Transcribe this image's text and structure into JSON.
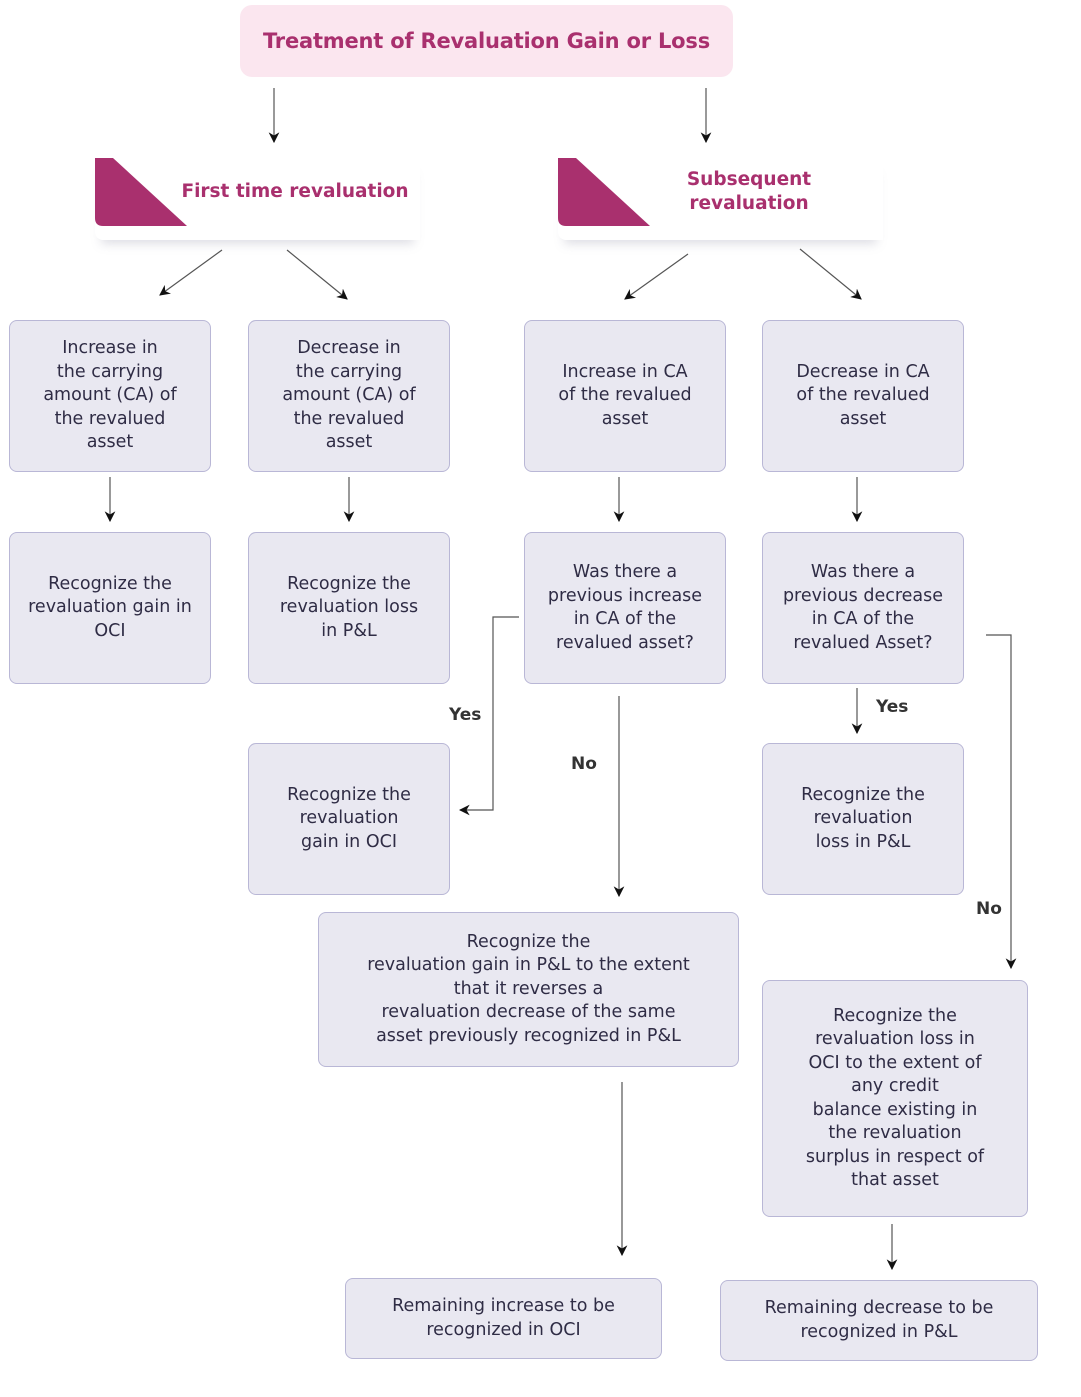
{
  "title": "Treatment of Revaluation Gain or Loss",
  "branches": {
    "first": "First time revaluation",
    "subsequent_line1": "Subsequent",
    "subsequent_line2": "revaluation"
  },
  "nodes": {
    "ft_increase": [
      "Increase in",
      "the carrying",
      "amount (CA) of",
      "the revalued",
      "asset"
    ],
    "ft_decrease": [
      "Decrease in",
      "the carrying",
      "amount (CA) of",
      "the revalued",
      "asset"
    ],
    "ft_gain_oci": [
      "Recognize the",
      "revaluation gain in",
      "OCI"
    ],
    "ft_loss_pl": [
      "Recognize the",
      "revaluation loss",
      "in P&L"
    ],
    "sub_increase": [
      "Increase in CA",
      "of the revalued",
      "asset"
    ],
    "sub_decrease": [
      "Decrease in CA",
      "of the revalued",
      "asset"
    ],
    "q_prev_increase": [
      "Was there a",
      "previous increase",
      "in CA of the",
      "revalued asset?"
    ],
    "q_prev_decrease": [
      "Was there a",
      "previous decrease",
      "in CA of the",
      "revalued Asset?"
    ],
    "sub_gain_oci": [
      "Recognize the",
      "revaluation",
      "gain in OCI"
    ],
    "sub_loss_pl": [
      "Recognize the",
      "revaluation",
      "loss in P&L"
    ],
    "gain_pl_extent": [
      "Recognize the",
      "revaluation gain in P&L to the extent",
      "that it reverses a",
      "revaluation decrease of the same",
      "asset previously recognized in P&L"
    ],
    "loss_oci_extent": [
      "Recognize the",
      "revaluation loss in",
      "OCI to the extent of",
      "any credit",
      "balance existing in",
      "the revaluation",
      "surplus in respect of",
      "that asset"
    ],
    "remaining_increase": [
      "Remaining increase to be",
      "recognized in OCI"
    ],
    "remaining_decrease": [
      "Remaining decrease to be",
      "recognized in P&L"
    ]
  },
  "edge_labels": {
    "yes_left": "Yes",
    "no_left": "No",
    "yes_right": "Yes",
    "no_right": "No"
  },
  "colors": {
    "accent": "#a9306e",
    "title_bg": "#fbe6ef",
    "node_bg": "#e9e8f1",
    "node_border": "#b9b7d6"
  }
}
